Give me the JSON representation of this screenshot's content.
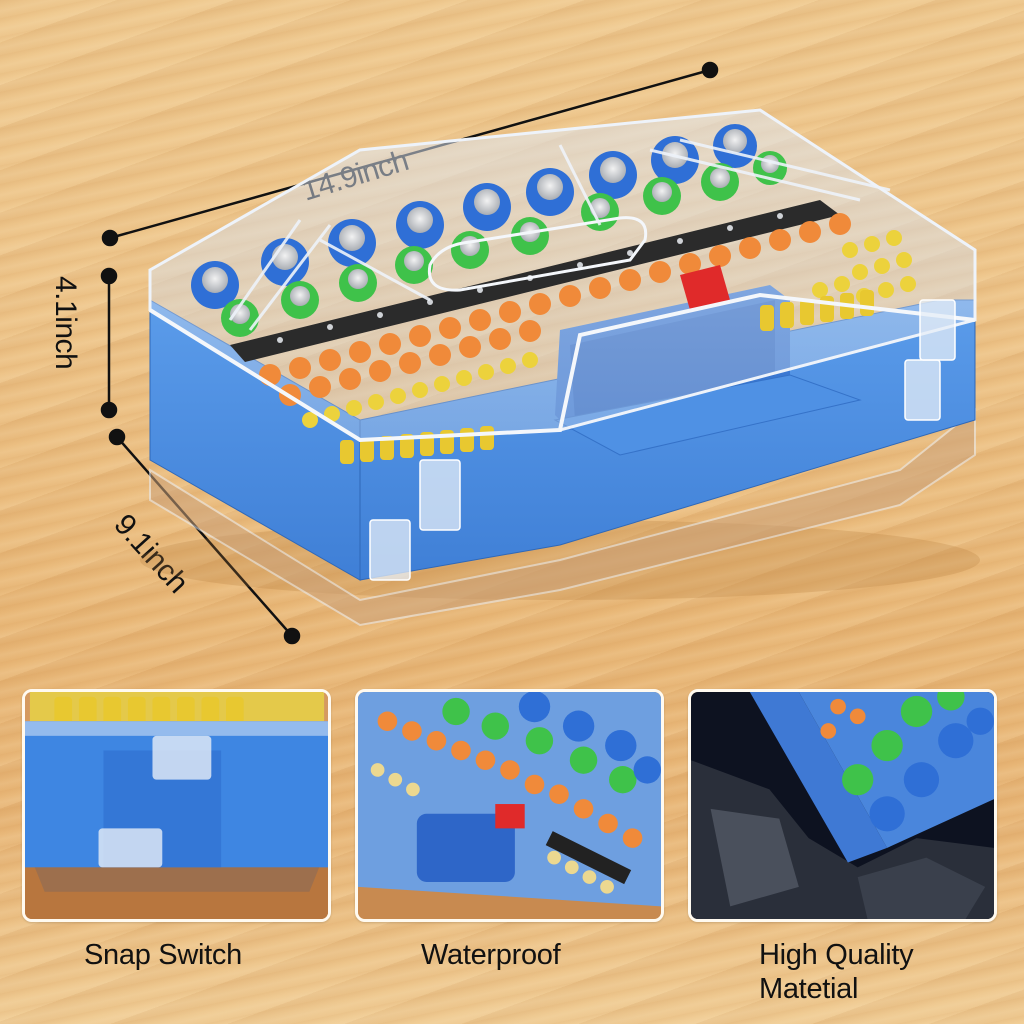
{
  "dimensions": {
    "width_label": "14.9inch",
    "height_label": "4.1inch",
    "depth_label": "9.1inch"
  },
  "features": [
    {
      "title": "Snap Switch",
      "image": "close-up of transparent latch on blue case"
    },
    {
      "title": "Waterproof",
      "image": "case lid with water droplets over batteries"
    },
    {
      "title": "High Quality\nMatetial",
      "image": "case resting on dark rocks"
    }
  ],
  "colors": {
    "case_blue": "#4a8fe0",
    "wood": "#ecc086",
    "battery_blue": "#2f6fd6",
    "battery_green": "#3fc24a",
    "battery_orange": "#f08a3a",
    "battery_yellow": "#ecd23c",
    "latch_red": "#e02a2a",
    "panel_border": "#fffaf0"
  }
}
